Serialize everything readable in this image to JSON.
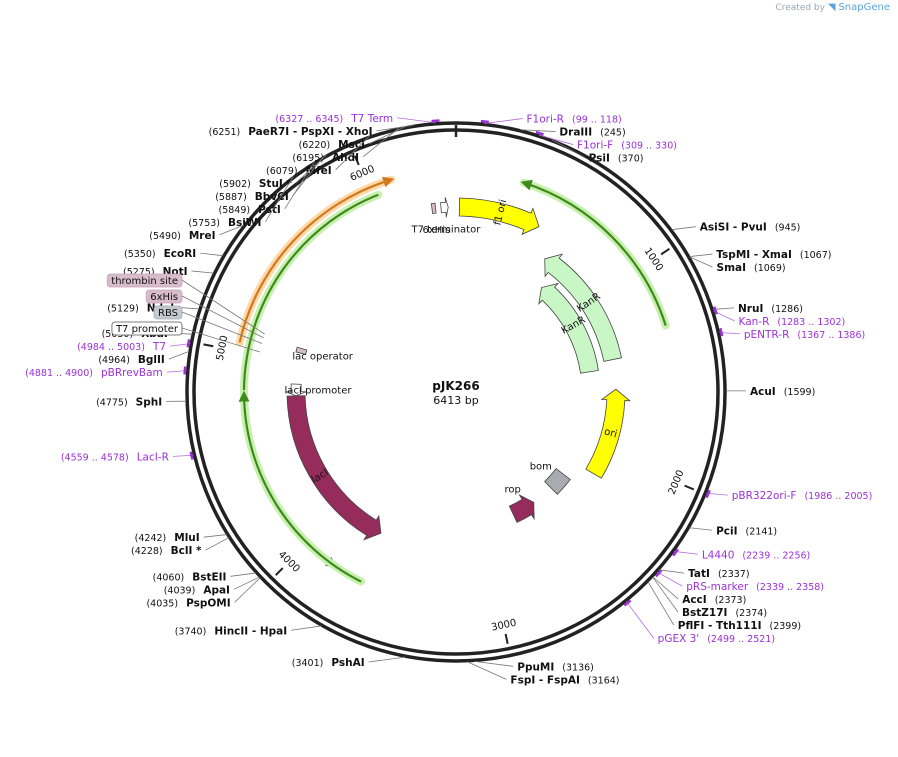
{
  "credit": {
    "created_by": "Created by",
    "brand": "SnapGene",
    "logo_icon": "snapgene-logo-icon"
  },
  "plasmid": {
    "name": "pJK266",
    "length_label": "6413 bp",
    "length": 6413
  },
  "ticks": [
    {
      "label": "1000",
      "pos": 1000
    },
    {
      "label": "2000",
      "pos": 2000
    },
    {
      "label": "3000",
      "pos": 3000
    },
    {
      "label": "4000",
      "pos": 4000
    },
    {
      "label": "5000",
      "pos": 5000
    },
    {
      "label": "6000",
      "pos": 6000
    }
  ],
  "features": [
    {
      "name": "f1 ori",
      "start": 19,
      "end": 475,
      "color": "#ffff00",
      "ring": "inner1",
      "dir": 1
    },
    {
      "name": "KanR",
      "start": 600,
      "end": 1395,
      "color": "#c8f7c5",
      "ring": "inner2",
      "dir": -1
    },
    {
      "name": "KanR",
      "start": 700,
      "end": 1450,
      "color": "#c8f7c5",
      "ring": "inner3",
      "dir": -1
    },
    {
      "name": "ori",
      "start": 1585,
      "end": 2150,
      "color": "#ffff00",
      "ring": "inner2",
      "dir": -1
    },
    {
      "name": "bom",
      "start": 2270,
      "end": 2410,
      "color": "#a8abb0",
      "ring": "inner3",
      "dir": 0
    },
    {
      "name": "rop",
      "start": 2580,
      "end": 2760,
      "color": "#952c5c",
      "ring": "inner3",
      "dir": -1
    },
    {
      "name": "lacI",
      "start": 3705,
      "end": 4785,
      "color": "#952c5c",
      "ring": "inner2",
      "dir": -1
    },
    {
      "name": "lacI promoter",
      "start": 4785,
      "end": 4860,
      "color": "#ffffff",
      "ring": "inner2",
      "dir": -1
    },
    {
      "name": "lac operator",
      "start": 5060,
      "end": 5090,
      "color": "#d9bccb",
      "ring": "inner2",
      "dir": 0
    },
    {
      "name": "T7 terminator",
      "start": 6330,
      "end": 6370,
      "color": "#ffffff",
      "ring": "inner1",
      "dir": 1
    },
    {
      "name": "6xHis",
      "start": 6280,
      "end": 6300,
      "color": "#d9bccb",
      "ring": "inner1",
      "dir": 0
    }
  ],
  "orfs": [
    {
      "start": 5040,
      "end": 6110,
      "dir": 1,
      "color": "#d4781f",
      "glow": "#ffd9a8"
    },
    {
      "start": 3830,
      "end": 6030,
      "dir": -1,
      "color": "#3f8a1b",
      "glow": "#c8f0b0"
    },
    {
      "start": 3680,
      "end": 4800,
      "dir": 1,
      "color": "#3f8a1b",
      "glow": "#c8f0b0"
    },
    {
      "start": 320,
      "end": 1290,
      "dir": -1,
      "color": "#3f8a1b",
      "glow": "#c8f0b0"
    }
  ],
  "sites": [
    {
      "name": "DraIII",
      "pos": "(245)",
      "bp": 245
    },
    {
      "name": "PsiI",
      "pos": "(370)",
      "bp": 370
    },
    {
      "name": "AsiSI - PvuI",
      "pos": "(945)",
      "bp": 945
    },
    {
      "name": "TspMI - XmaI",
      "pos": "(1067)",
      "bp": 1067
    },
    {
      "name": "SmaI",
      "pos": "(1069)",
      "bp": 1069
    },
    {
      "name": "NruI",
      "pos": "(1286)",
      "bp": 1286
    },
    {
      "name": "AcuI",
      "pos": "(1599)",
      "bp": 1599
    },
    {
      "name": "PciI",
      "pos": "(2141)",
      "bp": 2141
    },
    {
      "name": "TatI",
      "pos": "(2337)",
      "bp": 2337
    },
    {
      "name": "AccI",
      "pos": "(2373)",
      "bp": 2373
    },
    {
      "name": "BstZ17I",
      "pos": "(2374)",
      "bp": 2374
    },
    {
      "name": "PflFI - Tth111I",
      "pos": "(2399)",
      "bp": 2399
    },
    {
      "name": "PpuMI",
      "pos": "(3136)",
      "bp": 3136
    },
    {
      "name": "FspI - FspAI",
      "pos": "(3164)",
      "bp": 3164
    },
    {
      "name": "PshAI",
      "pos": "(3401)",
      "bp": 3401
    },
    {
      "name": "HincII - HpaI",
      "pos": "(3740)",
      "bp": 3740
    },
    {
      "name": "PspOMI",
      "pos": "(4035)",
      "bp": 4035
    },
    {
      "name": "ApaI",
      "pos": "(4039)",
      "bp": 4039
    },
    {
      "name": "BstEII",
      "pos": "(4060)",
      "bp": 4060
    },
    {
      "name": "BclI *",
      "pos": "(4228)",
      "bp": 4228
    },
    {
      "name": "MluI",
      "pos": "(4242)",
      "bp": 4242
    },
    {
      "name": "SphI",
      "pos": "(4775)",
      "bp": 4775
    },
    {
      "name": "BglII",
      "pos": "(4964)",
      "bp": 4964
    },
    {
      "name": "XbaI",
      "pos": "(5030)",
      "bp": 5030
    },
    {
      "name": "NdeI",
      "pos": "(5129)",
      "bp": 5129
    },
    {
      "name": "NotI",
      "pos": "(5275)",
      "bp": 5275
    },
    {
      "name": "EcoRI",
      "pos": "(5350)",
      "bp": 5350
    },
    {
      "name": "MreI",
      "pos": "(5490)",
      "bp": 5490
    },
    {
      "name": "BsiWI",
      "pos": "(5753)",
      "bp": 5753
    },
    {
      "name": "PstI",
      "pos": "(5849)",
      "bp": 5849
    },
    {
      "name": "BbvCI",
      "pos": "(5887)",
      "bp": 5887
    },
    {
      "name": "StuI *",
      "pos": "(5902)",
      "bp": 5902
    },
    {
      "name": "MfeI",
      "pos": "(6079)",
      "bp": 6079
    },
    {
      "name": "AhdI",
      "pos": "(6195)",
      "bp": 6195
    },
    {
      "name": "MscI",
      "pos": "(6220)",
      "bp": 6220
    },
    {
      "name": "PaeR7I - PspXI - XhoI",
      "pos": "(6251)",
      "bp": 6251
    }
  ],
  "primers": [
    {
      "name": "T7 Term",
      "pos": "(6327 .. 6345)",
      "start": 6327,
      "end": 6345
    },
    {
      "name": "F1ori-R",
      "pos": "(99 .. 118)",
      "start": 99,
      "end": 118
    },
    {
      "name": "F1ori-F",
      "pos": "(309 .. 330)",
      "start": 309,
      "end": 330
    },
    {
      "name": "Kan-R",
      "pos": "(1283 .. 1302)",
      "start": 1283,
      "end": 1302
    },
    {
      "name": "pENTR-R",
      "pos": "(1367 .. 1386)",
      "start": 1367,
      "end": 1386
    },
    {
      "name": "pBR322ori-F",
      "pos": "(1986 .. 2005)",
      "start": 1986,
      "end": 2005
    },
    {
      "name": "L4440",
      "pos": "(2239 .. 2256)",
      "start": 2239,
      "end": 2256
    },
    {
      "name": "pRS-marker",
      "pos": "(2339 .. 2358)",
      "start": 2339,
      "end": 2358
    },
    {
      "name": "pGEX 3'",
      "pos": "(2499 .. 2521)",
      "start": 2499,
      "end": 2521
    },
    {
      "name": "LacI-R",
      "pos": "(4559 .. 4578)",
      "start": 4559,
      "end": 4578
    },
    {
      "name": "pBRrevBam",
      "pos": "(4881 .. 4900)",
      "start": 4881,
      "end": 4900
    },
    {
      "name": "T7",
      "pos": "(4984 .. 5003)",
      "start": 4984,
      "end": 5003
    }
  ],
  "boxed_features": [
    {
      "name": "thrombin site",
      "fill": "#d9bccb",
      "stroke": "#c7a3b5",
      "bp": 5110
    },
    {
      "name": "6xHis",
      "fill": "#d9bccb",
      "stroke": "#c7a3b5",
      "bp": 5090
    },
    {
      "name": "RBS",
      "fill": "#c4c9cf",
      "stroke": "#a8aeb5",
      "bp": 5060
    },
    {
      "name": "T7 promoter",
      "fill": "#ffffff",
      "stroke": "#555555",
      "bp": 5015
    }
  ]
}
